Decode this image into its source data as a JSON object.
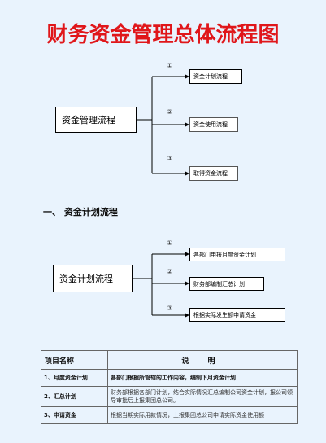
{
  "title": "财务资金管理总体流程图",
  "diagram1": {
    "main": "资金管理流程",
    "branches": [
      {
        "num": "①",
        "label": "资金计划流程"
      },
      {
        "num": "②",
        "label": "资金使用流程"
      },
      {
        "num": "③",
        "label": "取得资金流程"
      }
    ]
  },
  "section": "一、 资金计划流程",
  "diagram2": {
    "main": "资金计划流程",
    "branches": [
      {
        "num": "①",
        "label": "各部门申报月度资金计划"
      },
      {
        "num": "②",
        "label": "财务部编制汇总计划"
      },
      {
        "num": "③",
        "label": "根据实际发生额申请资金"
      }
    ]
  },
  "table": {
    "headers": {
      "name": "项目名称",
      "desc": "说 明"
    },
    "rows": [
      {
        "name": "1、月度资金计划",
        "desc": "各部门根据所管辖的工作内容，编制下月资金计划"
      },
      {
        "name": "2、汇总计划",
        "desc": "财务部根据各部门计划，结合实际情况汇总编制公司资金计划，报公司领导审批后上报集团总公司。"
      },
      {
        "name": "3、申请资金",
        "desc": "根据当期实际用款情况，上报集团总公司申请实际资金使用额"
      }
    ]
  }
}
